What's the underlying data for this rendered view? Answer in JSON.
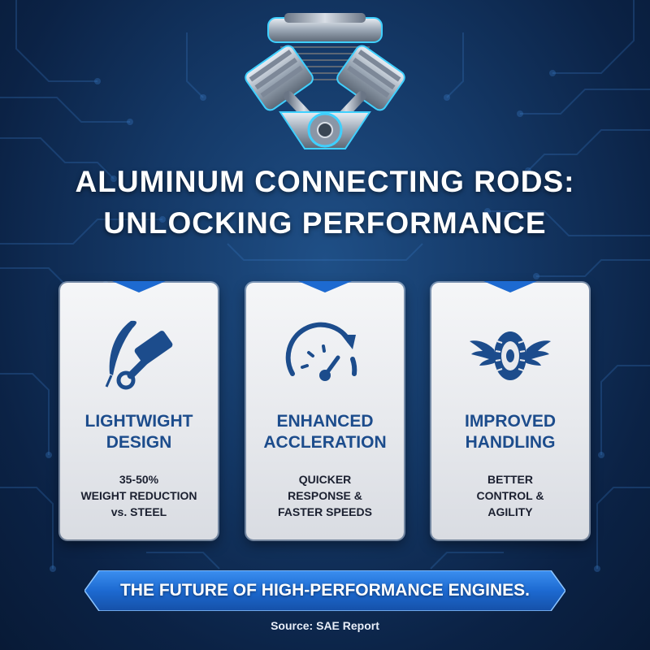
{
  "title": {
    "line1": "ALUMINUM CONNECTING RODS:",
    "line2": "UNLOCKING PERFORMANCE"
  },
  "cards": [
    {
      "icon": "feather-piston-icon",
      "heading_line1": "LIGHTWIGHT",
      "heading_line2": "DESIGN",
      "sub_line1": "35-50%",
      "sub_line2": "WEIGHT REDUCTION",
      "sub_line3": "vs. STEEL"
    },
    {
      "icon": "speedometer-icon",
      "heading_line1": "ENHANCED",
      "heading_line2": "ACCLERATION",
      "sub_line1": "QUICKER",
      "sub_line2": "RESPONSE &",
      "sub_line3": "FASTER SPEEDS"
    },
    {
      "icon": "winged-tire-icon",
      "heading_line1": "IMPROVED",
      "heading_line2": "HANDLING",
      "sub_line1": "BETTER",
      "sub_line2": "CONTROL &",
      "sub_line3": "AGILITY"
    }
  ],
  "banner": {
    "text": "THE FUTURE OF HIGH-PERFORMANCE ENGINES."
  },
  "source": {
    "text": "Source: SAE Report"
  },
  "colors": {
    "background": "#143866",
    "accent_blue": "#1d6ad1",
    "heading_blue": "#1c4c8c",
    "glow_cyan": "#3fd0ff"
  }
}
